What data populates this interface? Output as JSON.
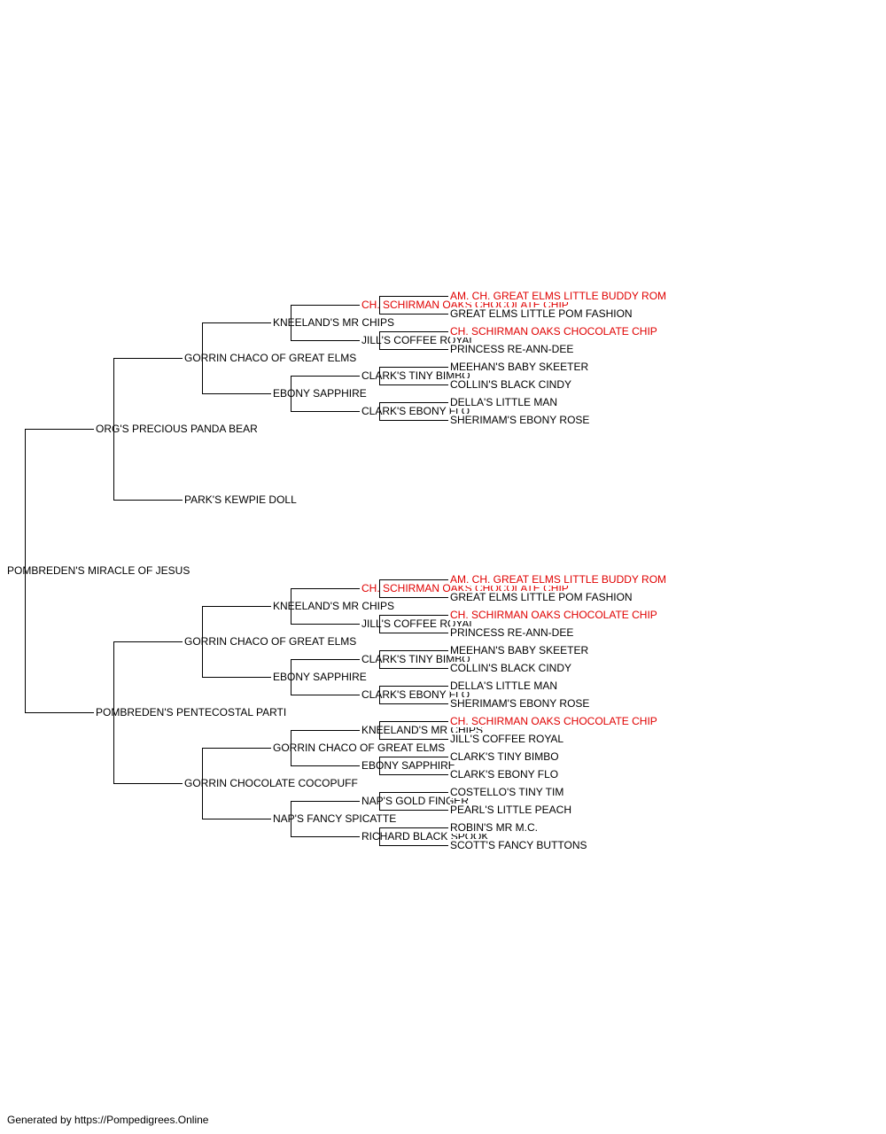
{
  "pedigree": {
    "name": "POMBREDEN'S MIRACLE OF JESUS",
    "sire": {
      "name": "ORG'S PRECIOUS PANDA BEAR",
      "sire": {
        "name": "GORRIN CHACO OF GREAT ELMS",
        "sire": {
          "name": "KNEELAND'S MR CHIPS",
          "sire": {
            "name": "CH. SCHIRMAN OAKS CHOCOLATE CHIP",
            "champion": true,
            "sire": {
              "name": "AM. CH. GREAT ELMS LITTLE BUDDY ROM",
              "champion": true
            },
            "dam": {
              "name": "GREAT ELMS LITTLE POM FASHION"
            }
          },
          "dam": {
            "name": "JILL'S COFFEE ROYAL",
            "sire": {
              "name": "CH. SCHIRMAN OAKS CHOCOLATE CHIP",
              "champion": true
            },
            "dam": {
              "name": "PRINCESS RE-ANN-DEE"
            }
          }
        },
        "dam": {
          "name": "EBONY SAPPHIRE",
          "sire": {
            "name": "CLARK'S TINY BIMBO",
            "sire": {
              "name": "MEEHAN'S BABY SKEETER"
            },
            "dam": {
              "name": "COLLIN'S BLACK CINDY"
            }
          },
          "dam": {
            "name": "CLARK'S EBONY FLO",
            "sire": {
              "name": "DELLA'S LITTLE MAN"
            },
            "dam": {
              "name": "SHERIMAM'S EBONY ROSE"
            }
          }
        }
      },
      "dam": {
        "name": "PARK'S KEWPIE DOLL"
      }
    },
    "dam": {
      "name": "POMBREDEN'S PENTECOSTAL PARTI",
      "sire": {
        "name": "GORRIN CHACO OF GREAT ELMS",
        "sire": {
          "name": "KNEELAND'S MR CHIPS",
          "sire": {
            "name": "CH. SCHIRMAN OAKS CHOCOLATE CHIP",
            "champion": true,
            "sire": {
              "name": "AM. CH. GREAT ELMS LITTLE BUDDY ROM",
              "champion": true
            },
            "dam": {
              "name": "GREAT ELMS LITTLE POM FASHION"
            }
          },
          "dam": {
            "name": "JILL'S COFFEE ROYAL",
            "sire": {
              "name": "CH. SCHIRMAN OAKS CHOCOLATE CHIP",
              "champion": true
            },
            "dam": {
              "name": "PRINCESS RE-ANN-DEE"
            }
          }
        },
        "dam": {
          "name": "EBONY SAPPHIRE",
          "sire": {
            "name": "CLARK'S TINY BIMBO",
            "sire": {
              "name": "MEEHAN'S BABY SKEETER"
            },
            "dam": {
              "name": "COLLIN'S BLACK CINDY"
            }
          },
          "dam": {
            "name": "CLARK'S EBONY FLO",
            "sire": {
              "name": "DELLA'S LITTLE MAN"
            },
            "dam": {
              "name": "SHERIMAM'S EBONY ROSE"
            }
          }
        }
      },
      "dam": {
        "name": "GORRIN CHOCOLATE COCOPUFF",
        "sire": {
          "name": "GORRIN CHACO OF GREAT ELMS",
          "sire": {
            "name": "KNEELAND'S MR CHIPS",
            "sire": {
              "name": "CH. SCHIRMAN OAKS CHOCOLATE CHIP",
              "champion": true
            },
            "dam": {
              "name": "JILL'S COFFEE ROYAL"
            }
          },
          "dam": {
            "name": "EBONY SAPPHIRE",
            "sire": {
              "name": "CLARK'S TINY BIMBO"
            },
            "dam": {
              "name": "CLARK'S EBONY FLO"
            }
          }
        },
        "dam": {
          "name": "NAP'S FANCY SPICATTE",
          "sire": {
            "name": "NAP'S GOLD FINGER",
            "sire": {
              "name": "COSTELLO'S TINY TIM"
            },
            "dam": {
              "name": "PEARL'S LITTLE PEACH"
            }
          },
          "dam": {
            "name": "RICHARD BLACK SPOOK",
            "sire": {
              "name": "ROBIN'S MR M.C."
            },
            "dam": {
              "name": "SCOTT'S FANCY BUTTONS"
            }
          }
        }
      }
    }
  },
  "footer": "Generated by https://Pompedigrees.Online",
  "colors": {
    "text": "#000000",
    "champion": "#e00000",
    "line": "#000000"
  }
}
